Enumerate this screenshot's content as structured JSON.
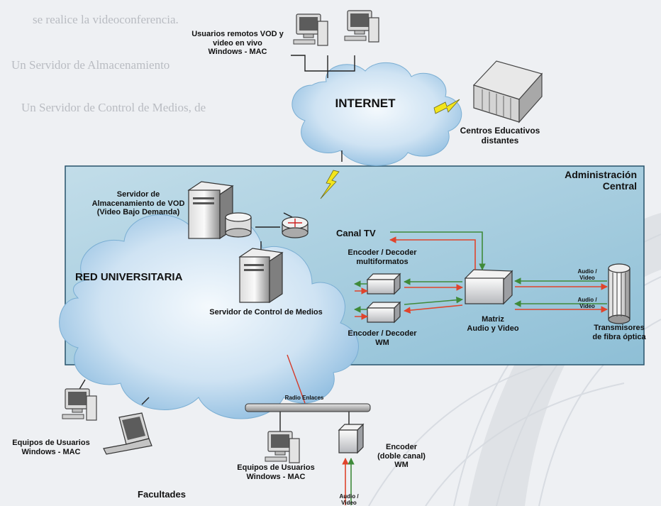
{
  "labels": {
    "remote_users": "Usuarios remotos VOD y\nvideo en vivo\nWindows - MAC",
    "internet": "INTERNET",
    "centros": "Centros Educativos\ndistantes",
    "admin": "Administración\nCentral",
    "vod_server": "Servidor de\nAlmacenamiento de VOD\n(Video Bajo Demanda)",
    "red": "RED UNIVERSITARIA",
    "control_server": "Servidor de Control de Medios",
    "canal_tv": "Canal TV",
    "encoder_multi": "Encoder / Decoder\nmultiformatos",
    "encoder_wm": "Encoder / Decoder\nWM",
    "matriz": "Matriz\nAudio y Video",
    "av1": "Audio /\nVideo",
    "av2": "Audio /\nVideo",
    "transmisores": "Transmisores\nde fibra óptica",
    "radio": "Radio Enlaces",
    "equipos_left": "Equipos de Usuarios\nWindows - MAC",
    "equipos_center": "Equipos de Usuarios\nWindows - MAC",
    "encoder_doble": "Encoder\n(doble canal)\nWM",
    "facultades": "Facultades",
    "av_bottom": "Audio /\nVideo"
  },
  "background_text": [
    "se realice la videoconferencia.",
    "Un Servidor de Almacenamiento",
    "Un Servidor de Control de Medios, de"
  ],
  "colors": {
    "cloud": "#bcd8ee",
    "panel": "#a9cde0",
    "arrow_red": "#e0442c",
    "arrow_green": "#3f8a3a",
    "lightning": "#f3e51c"
  }
}
